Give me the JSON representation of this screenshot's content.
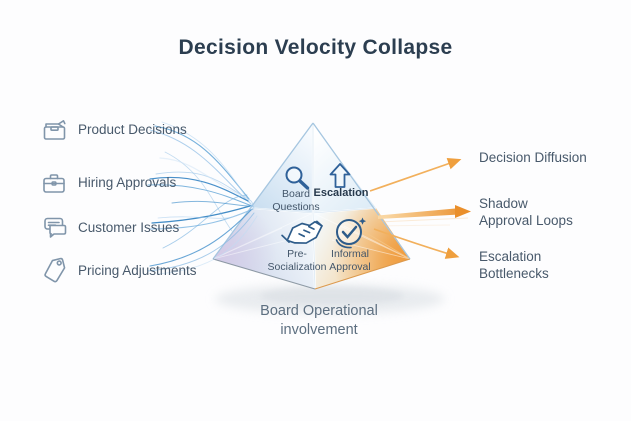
{
  "title": "Decision Velocity Collapse",
  "left_items": [
    {
      "label": "Product Decisions",
      "icon": "box-icon"
    },
    {
      "label": "Hiring Approvals",
      "icon": "briefcase-icon"
    },
    {
      "label": "Customer Issues",
      "icon": "chat-bubbles-icon"
    },
    {
      "label": "Pricing Adjustments",
      "icon": "price-tag-icon"
    }
  ],
  "pyramid": {
    "quadrants": [
      {
        "line1": "Board",
        "line2": "Questions",
        "icon": "magnifier-icon"
      },
      {
        "line1": "Escalation",
        "line2": "",
        "icon": "arrow-up-icon"
      },
      {
        "line1": "Pre-",
        "line2": "Socialization",
        "icon": "handshake-icon"
      },
      {
        "line1": "Informal",
        "line2": "Approval",
        "icon": "check-circle-icon"
      }
    ],
    "caption_line1": "Board Operational",
    "caption_line2": "involvement"
  },
  "right_items": [
    {
      "line1": "Decision Diffusion",
      "line2": "",
      "icon": "thin-arrow-right-icon"
    },
    {
      "line1": "Shadow",
      "line2": "Approval Loops",
      "icon": "thick-arrow-right-icon"
    },
    {
      "line1": "Escalation",
      "line2": "Bottlenecks",
      "icon": "thin-arrow-right-icon"
    }
  ],
  "colors": {
    "title_text": "#2c3e50",
    "label_text": "#48596b",
    "stream_blue": "#2e7fc0",
    "arrow_orange": "#ee9434",
    "pyramid_blue": "#cfe2f1",
    "corner_lavender": "#d5c8e6",
    "corner_orange": "#f09c3e"
  }
}
